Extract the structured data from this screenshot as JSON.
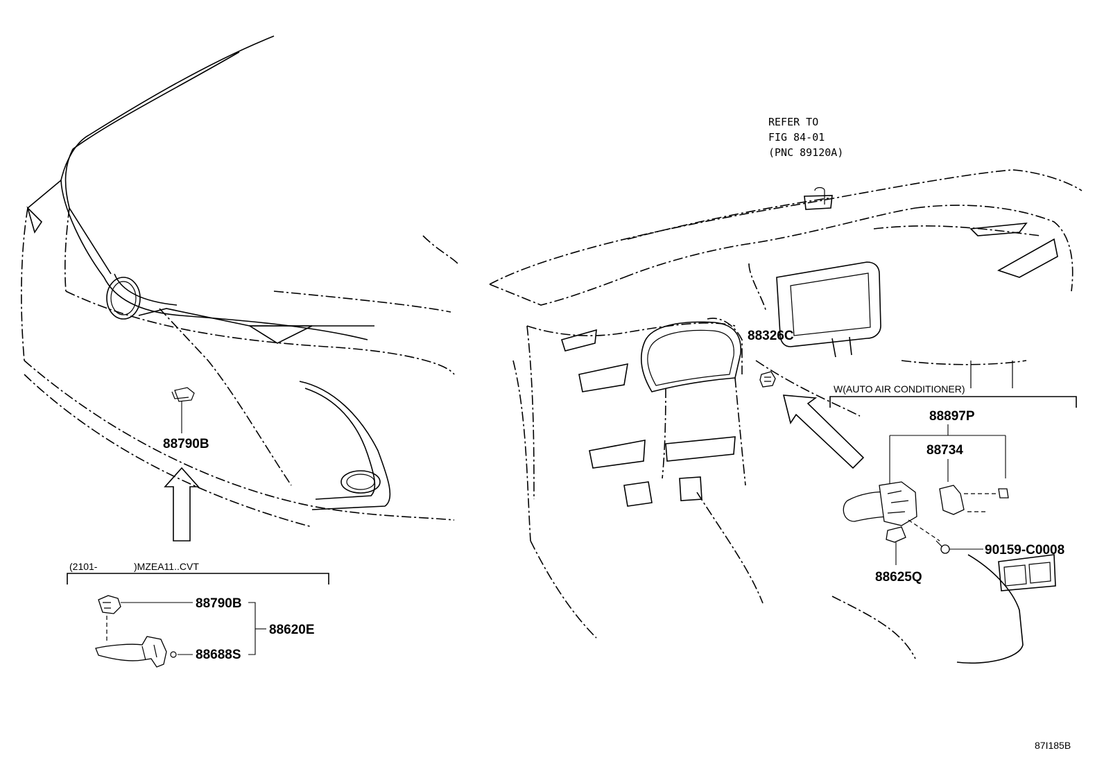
{
  "diagram": {
    "refer_note": {
      "line1": "REFER TO",
      "line2": "FIG 84-01",
      "line3": "(PNC 89120A)"
    },
    "front_view": {
      "part_label": "88790B"
    },
    "variant_box": {
      "condition_left": "(2101-",
      "condition_right": ")MZEA11..CVT",
      "labels": {
        "sensor": "88790B",
        "assembly": "88620E",
        "harness": "88688S"
      }
    },
    "dash_view": {
      "part_label": "88326C"
    },
    "auto_ac_box": {
      "condition": "W(AUTO AIR CONDITIONER)",
      "labels": {
        "assembly": "88897P",
        "sensor": "88734",
        "screw": "90159-C0008",
        "harness": "88625Q"
      }
    },
    "illustration_code": "87I185B"
  }
}
